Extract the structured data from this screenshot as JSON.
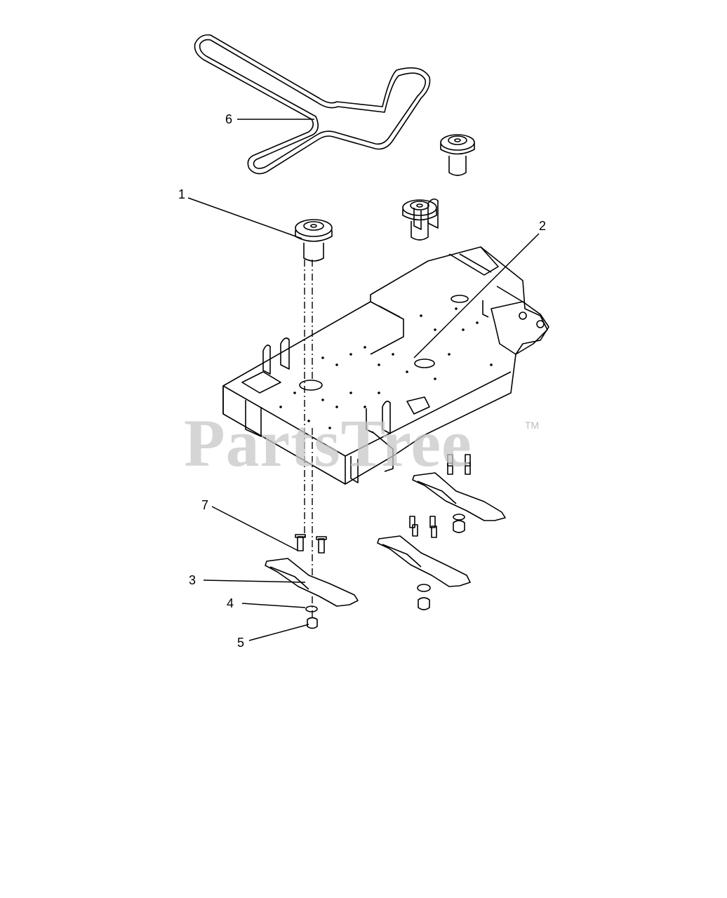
{
  "callouts": [
    {
      "id": "1",
      "label": "1"
    },
    {
      "id": "2",
      "label": "2"
    },
    {
      "id": "3",
      "label": "3"
    },
    {
      "id": "4",
      "label": "4"
    },
    {
      "id": "5",
      "label": "5"
    },
    {
      "id": "6",
      "label": "6"
    },
    {
      "id": "7",
      "label": "7"
    }
  ],
  "watermark": {
    "text": "PartsTree",
    "trademark": "TM"
  },
  "colors": {
    "line": "#000000",
    "fill": "#ffffff",
    "watermark": "#c8c8c8"
  }
}
